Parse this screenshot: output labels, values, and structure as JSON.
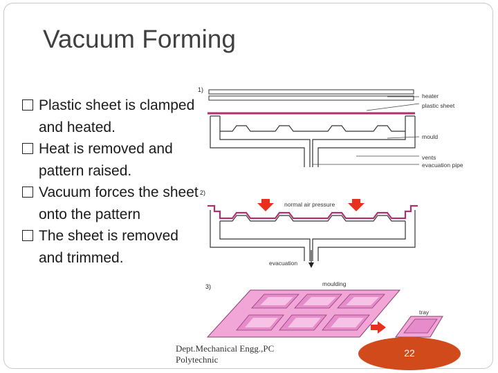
{
  "slide": {
    "title": "Vacuum Forming",
    "bullets": [
      "Plastic sheet is clamped and heated.",
      "Heat is removed and pattern raised.",
      "Vacuum forces the sheet onto the pattern",
      "The sheet is removed and trimmed."
    ],
    "footer": "Dept.Mechanical Engg.,PC Polytechnic",
    "page_number": "22"
  },
  "diagram": {
    "step1": {
      "number": "1)",
      "labels": {
        "heater": "heater",
        "plastic_sheet": "plastic sheet",
        "mould": "mould",
        "vents": "vents",
        "evacuation_pipe": "evacuation pipe"
      }
    },
    "step2": {
      "number": "2)",
      "labels": {
        "normal_air_pressure": "normal air pressure",
        "evacuation": "evacuation"
      }
    },
    "step3": {
      "number": "3)",
      "labels": {
        "moulding": "moulding",
        "tray": "tray"
      }
    },
    "colors": {
      "sheet": "#b0306e",
      "moulding_fill": "#f2a6d8",
      "arrow": "#e8301f",
      "badge": "#d14a1c"
    }
  }
}
